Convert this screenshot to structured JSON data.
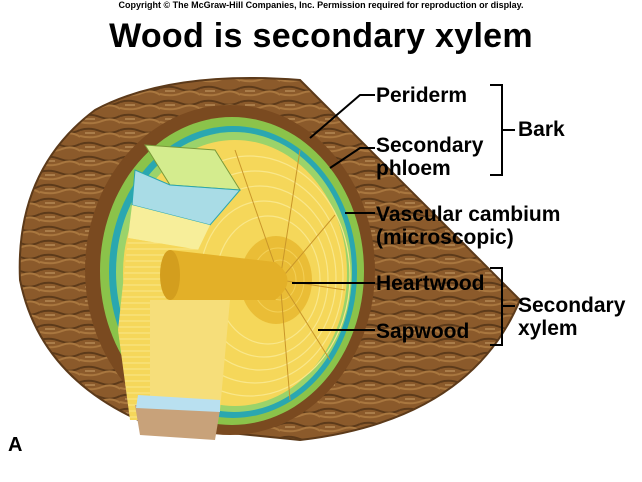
{
  "copyright": "Copyright © The McGraw-Hill Companies, Inc. Permission required for reproduction or display.",
  "title": "Wood is secondary xylem",
  "labels": {
    "periderm": "Periderm",
    "secondary_phloem_1": "Secondary",
    "secondary_phloem_2": "phloem",
    "bark": "Bark",
    "vascular_cambium_1": "Vascular cambium",
    "vascular_cambium_2": "(microscopic)",
    "heartwood": "Heartwood",
    "sapwood": "Sapwood",
    "secondary_xylem_1": "Secondary",
    "secondary_xylem_2": "xylem"
  },
  "panel_letter": "A",
  "colors": {
    "bark": "#8B5A2B",
    "bark_dark": "#5C3A1A",
    "periderm": "#8BC34A",
    "secondary_phloem": "#2AA7B0",
    "sapwood": "#F5D75A",
    "heartwood": "#E8B830",
    "ring_line": "#F9E78A"
  }
}
